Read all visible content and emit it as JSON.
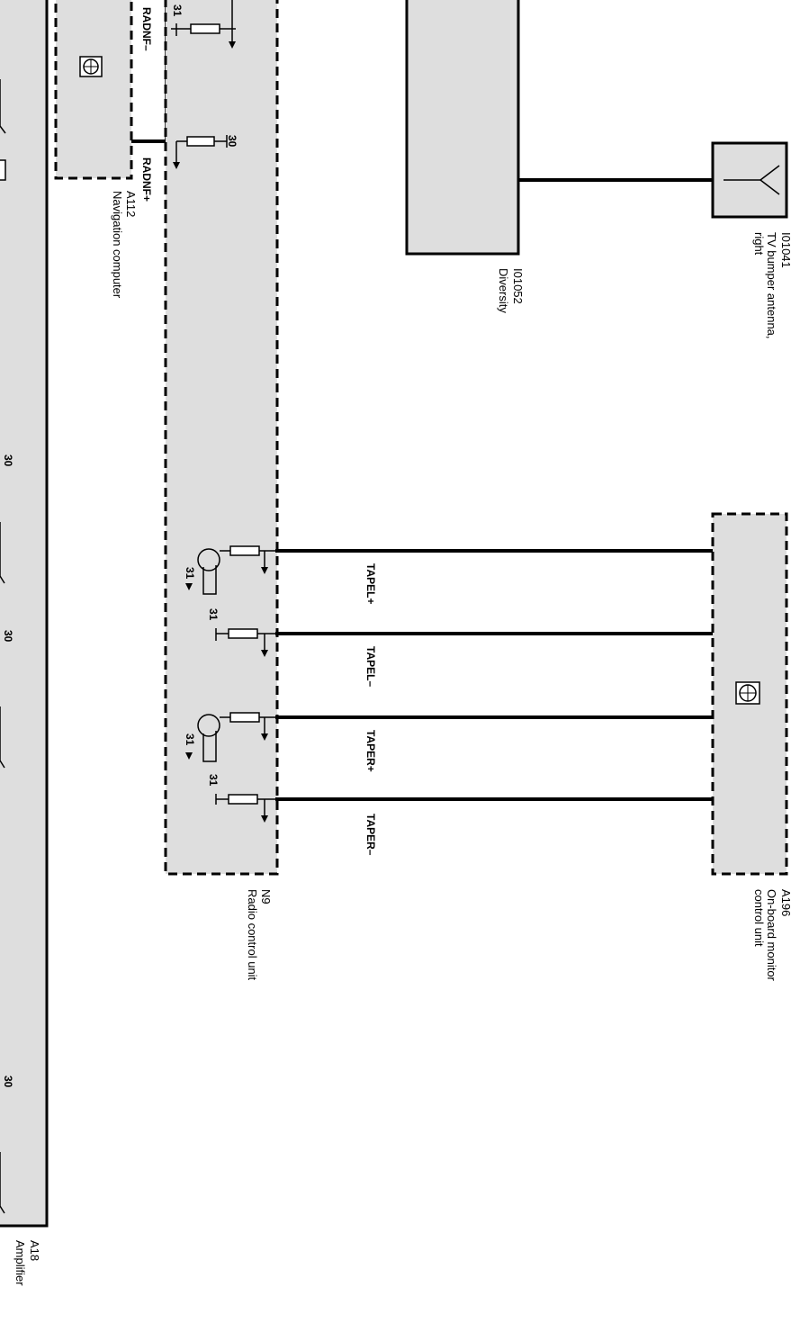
{
  "components": {
    "amplifier": {
      "id": "A18",
      "name": "Amplifier"
    },
    "navigation": {
      "id": "A112",
      "name": "Navigation computer"
    },
    "radio": {
      "id": "N9",
      "name": "Radio control unit"
    },
    "diversity": {
      "id": "I01052",
      "name": "Diversity"
    },
    "tv_antenna": {
      "id": "I01041",
      "name": "TV bumper antenna,",
      "name2": "right"
    },
    "monitor": {
      "id": "A196",
      "name": "On-board monitor",
      "name2": "control unit"
    }
  },
  "signals": {
    "radnf_minus": "RADNF–",
    "radnf_plus": "RADNF+",
    "tapel_plus": "TAPEL+",
    "tapel_minus": "TAPEL–",
    "taper_plus": "TAPER+",
    "taper_minus": "TAPER–"
  },
  "terminals": {
    "t31": "31",
    "t30": "30"
  },
  "colors": {
    "box_fill": "#dedede",
    "line": "#000000",
    "background": "#ffffff"
  }
}
